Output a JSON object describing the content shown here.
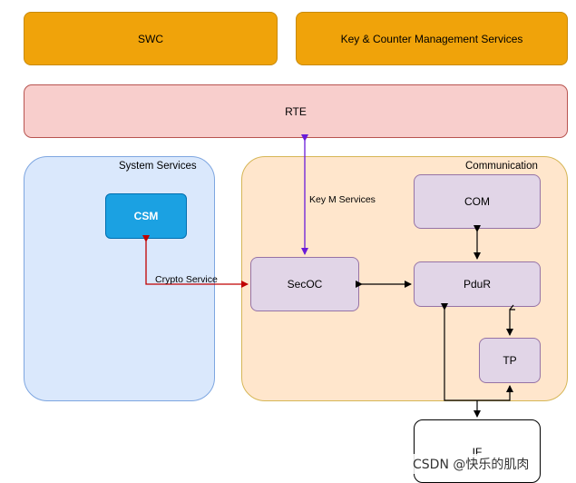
{
  "nodes": {
    "swc": "SWC",
    "key_counter": "Key & Counter Management Services",
    "rte": "RTE",
    "system_services": "System Services",
    "csm": "CSM",
    "communication": "Communication",
    "com": "COM",
    "secoc": "SecOC",
    "pdur": "PduR",
    "tp": "TP",
    "if": "IF"
  },
  "edges": {
    "key_m_services": "Key M Services",
    "crypto_service": "Crypto Service"
  },
  "colors": {
    "orange_fill": "#f0a30a",
    "rte_fill": "#f8cecc",
    "system_fill": "#dae8fc",
    "communication_fill": "#ffe6cc",
    "module_fill": "#e1d5e7",
    "csm_fill": "#1ba1e2",
    "crypto_edge": "#c00000",
    "key_edge": "#6a1bd8"
  },
  "watermark": "CSDN @快乐的肌肉"
}
